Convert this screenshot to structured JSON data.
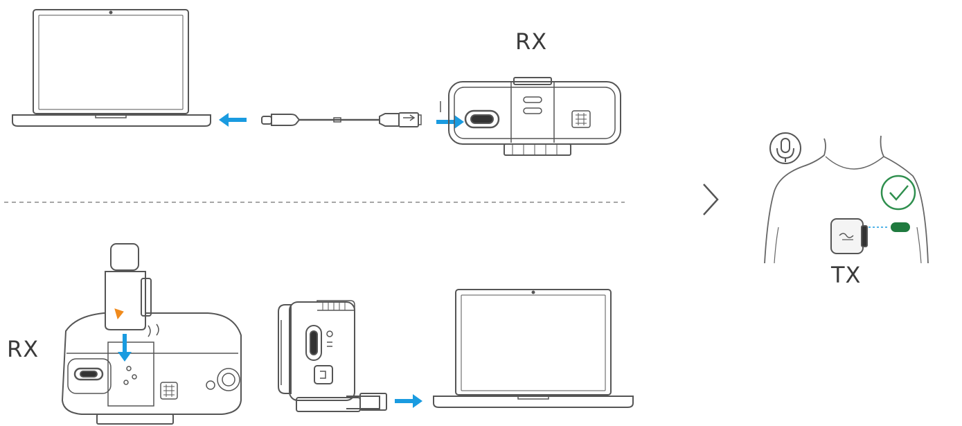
{
  "labels": {
    "rx_top": "RX",
    "rx_bottom": "RX",
    "tx": "TX"
  },
  "icons": [
    "laptop-icon",
    "usb-c-cable-icon",
    "receiver-icon",
    "arrow-icon",
    "chevron-right-icon",
    "microphone-icon",
    "checkmark-icon",
    "transmitter-icon"
  ],
  "colors": {
    "arrow": "#1a9be0",
    "status_led": "#1f7a3f",
    "check": "#2f8f4e",
    "line": "#555555"
  }
}
